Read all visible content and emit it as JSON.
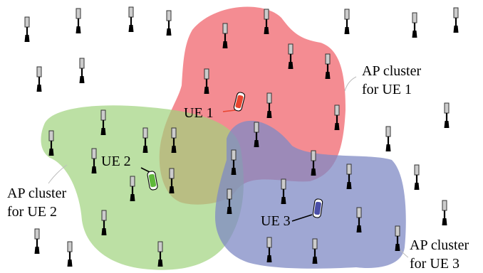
{
  "labels": {
    "ue1": "UE 1",
    "ue2": "UE 2",
    "ue3": "UE 3",
    "cluster_ue1_line1": "AP cluster",
    "cluster_ue1_line2": "for UE 1",
    "cluster_ue2_line1": "AP cluster",
    "cluster_ue2_line2": "for UE 2",
    "cluster_ue3_line1": "AP cluster",
    "cluster_ue3_line2": "for UE 3"
  },
  "colors": {
    "cluster_ue1": "#ee4f57",
    "cluster_ue2": "#9fd37e",
    "cluster_ue3": "#7f8ac4",
    "ue1": "#e8442e",
    "ue2": "#5fb83a",
    "ue3": "#4b4fa8"
  },
  "icons": {
    "access_point": "antenna-icon",
    "user_equipment": "car-icon"
  }
}
